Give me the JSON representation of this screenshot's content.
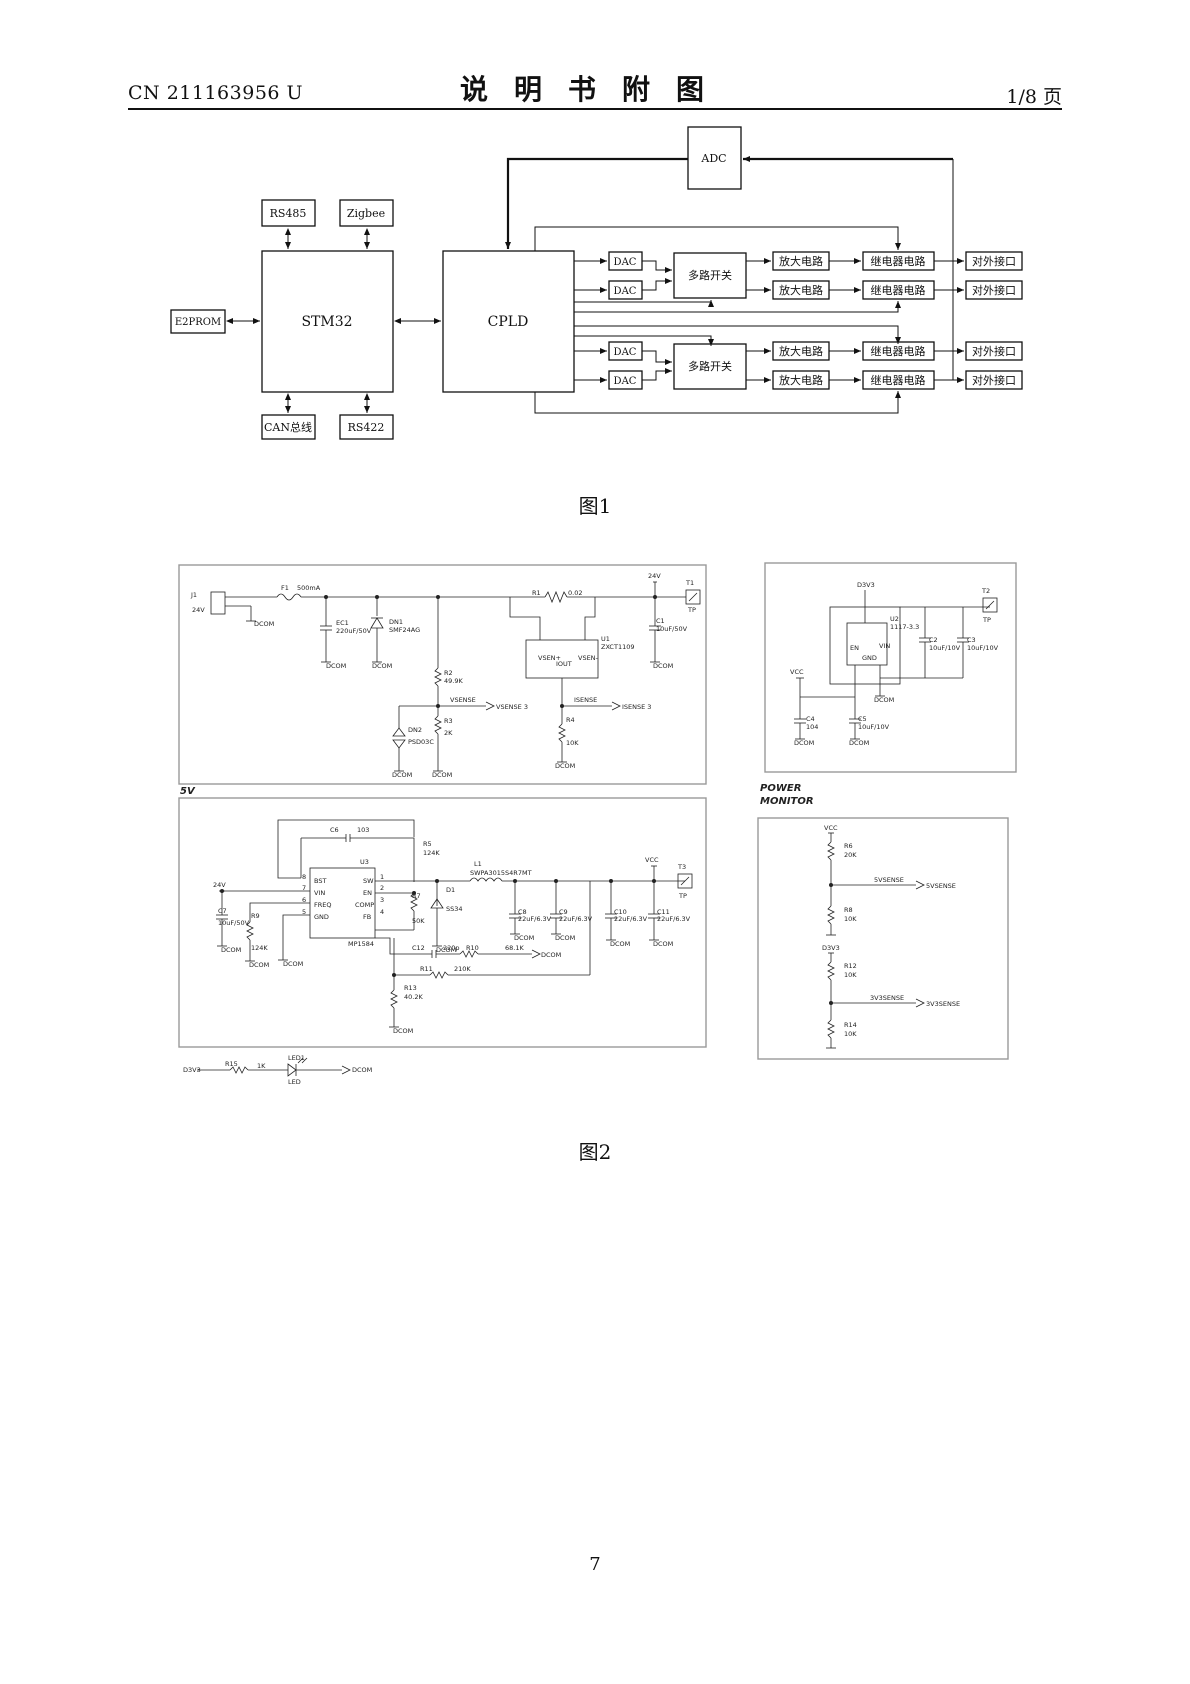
{
  "header": {
    "doc_number": "CN 211163956 U",
    "title": "说明书附图",
    "page_ref": "1/8 页"
  },
  "figure1": {
    "caption": "图1",
    "blocks": {
      "adc": "ADC",
      "rs485": "RS485",
      "zigbee": "Zigbee",
      "e2prom": "E2PROM",
      "stm32": "STM32",
      "cpld": "CPLD",
      "can": "CAN总线",
      "rs422": "RS422",
      "dac": [
        "DAC",
        "DAC",
        "DAC",
        "DAC"
      ],
      "mux": [
        "多路开关",
        "多路开关"
      ],
      "amp": [
        "放大电路",
        "放大电路",
        "放大电路",
        "放大电路"
      ],
      "relay": [
        "继电器电路",
        "继电器电路",
        "继电器电路",
        "继电器电路"
      ],
      "port": [
        "对外接口",
        "对外接口",
        "对外接口",
        "对外接口"
      ]
    }
  },
  "figure2": {
    "caption": "图2",
    "input_stage": {
      "j1": "J1",
      "v24": "24V",
      "f1": "F1",
      "f1_val": "500mA",
      "ec1": "EC1",
      "ec1_val": "220uF/50V",
      "dn1": "DN1",
      "dn1_val": "SMF24AG",
      "r1": "R1",
      "r1_val": "0.02",
      "vtop": "24V",
      "t1": "T1",
      "tp": "TP",
      "c1": "C1",
      "c1_val": "10uF/50V",
      "u1": "U1",
      "u1_val": "ZXCT1109",
      "vsense_p": "VSEN+",
      "iout": "IOUT",
      "vsense_n": "VSEN-",
      "r2": "R2",
      "r2_val": "49.9K",
      "vsense": "VSENSE",
      "vsense_tag": "VSENSE 3",
      "isense": "ISENSE",
      "isense_tag": "ISENSE 3",
      "dn2": "DN2",
      "dn2_val": "PSD03C",
      "r3": "R3",
      "r3_val": "2K",
      "r4": "R4",
      "r4_val": "10K",
      "gnd": "DCOM"
    },
    "ldo_stage": {
      "d3v3": "D3V3",
      "u2": "U2",
      "u2_val": "1117-3.3",
      "t2": "T2",
      "tp": "TP",
      "vin": "VIN",
      "en": "EN",
      "gnd_pin": "GND",
      "c2": "C2",
      "c2_val": "10uF/10V",
      "c3": "C3",
      "c3_val": "10uF/10V",
      "vcc": "VCC",
      "c4": "C4",
      "c4_val": "104",
      "c5": "C5",
      "c5_val": "10uF/10V",
      "gnd": "DCOM"
    },
    "buck_stage": {
      "section": "5V",
      "c6": "C6",
      "c6_val": "103",
      "u3": "U3",
      "u3_val": "MP1584",
      "r5": "R5",
      "r5_val": "124K",
      "l1": "L1",
      "l1_val": "SWPA3015S4R7MT",
      "vcc": "VCC",
      "t3": "T3",
      "tp": "TP",
      "v24": "24V",
      "pins": [
        "BST",
        "VIN",
        "FREQ",
        "GND",
        "SW",
        "EN",
        "COMP",
        "FB"
      ],
      "pin_nums": [
        "8",
        "7",
        "6",
        "5",
        "1",
        "2",
        "3",
        "4"
      ],
      "c7": "C7",
      "c7_val": "10uF/50V",
      "r9": "R9",
      "r9_val": "124K",
      "r7": "R7",
      "r7_val": "50K",
      "d1": "D1",
      "d1_val": "SS34",
      "c8": "C8",
      "c8_val": "22uF/6.3V",
      "c9": "C9",
      "c9_val": "22uF/6.3V",
      "c10": "C10",
      "c10_val": "22uF/6.3V",
      "c11": "C11",
      "c11_val": "22uF/6.3V",
      "c12": "C12",
      "c12_val": "220p",
      "r10": "R10",
      "r10_val": "68.1K",
      "r11": "R11",
      "r11_val": "210K",
      "r13": "R13",
      "r13_val": "40.2K",
      "gnd": "DCOM"
    },
    "led_stage": {
      "d3v3": "D3V3",
      "r15": "R15",
      "r15_val": "1K",
      "led1": "LED1",
      "led": "LED",
      "gnd": "DCOM"
    },
    "monitor": {
      "title_line1": "POWER",
      "title_line2": "MONITOR",
      "vcc": "VCC",
      "r6": "R6",
      "r6_val": "20K",
      "sense5": "5VSENSE",
      "tag5": "5VSENSE",
      "r8": "R8",
      "r8_val": "10K",
      "d3v3": "D3V3",
      "r12": "R12",
      "r12_val": "10K",
      "sense33": "3V3SENSE",
      "tag33": "3V3SENSE",
      "r14": "R14",
      "r14_val": "10K"
    }
  },
  "page_number": "7"
}
